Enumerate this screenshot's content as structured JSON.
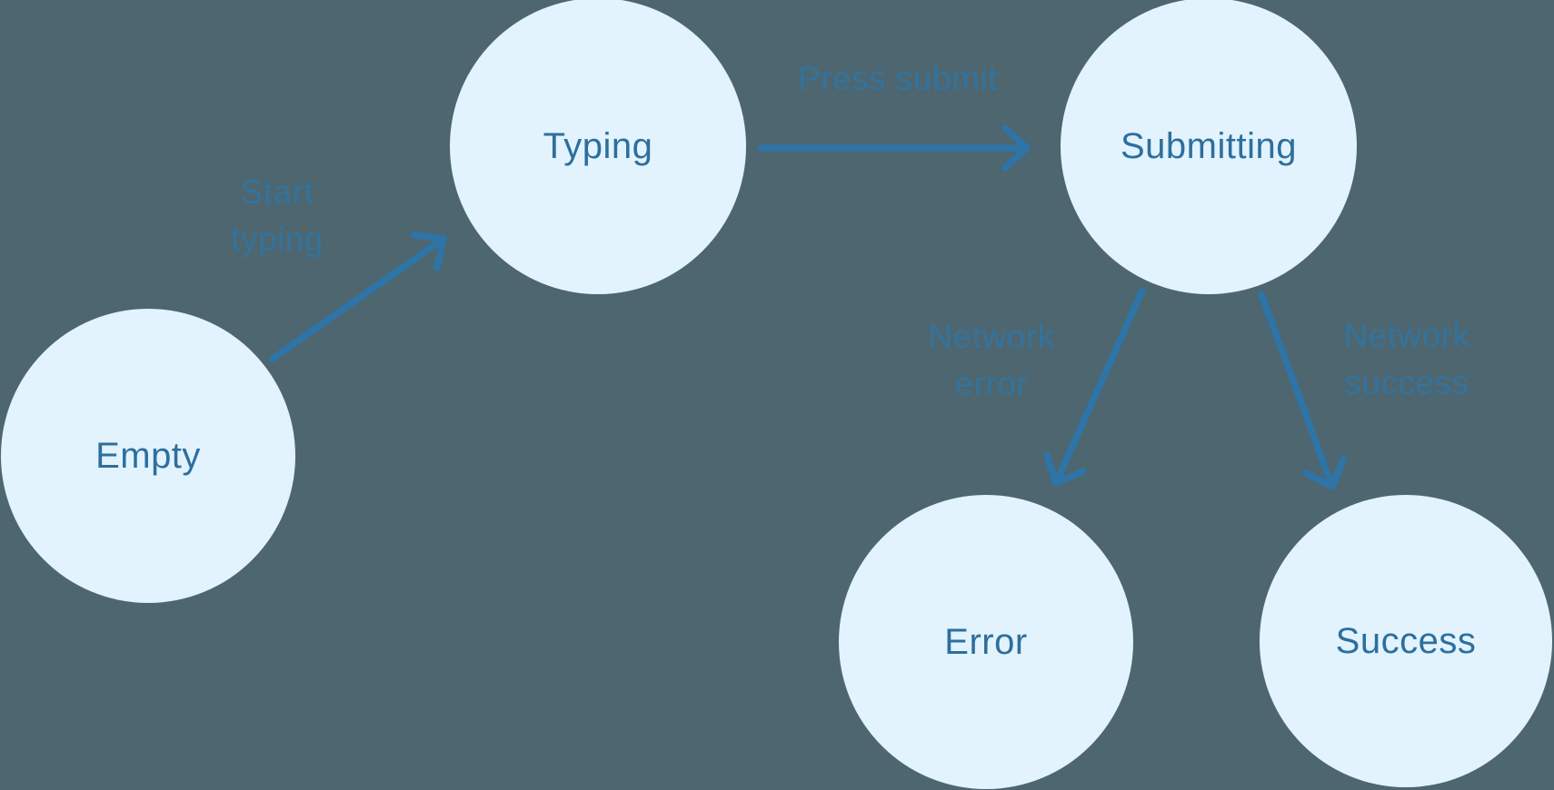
{
  "diagram": {
    "type": "state-machine",
    "nodes": [
      {
        "id": "empty",
        "label": "Empty"
      },
      {
        "id": "typing",
        "label": "Typing"
      },
      {
        "id": "submitting",
        "label": "Submitting"
      },
      {
        "id": "error",
        "label": "Error"
      },
      {
        "id": "success",
        "label": "Success"
      }
    ],
    "edges": [
      {
        "from": "empty",
        "to": "typing",
        "label": "Start typing",
        "lines": [
          "Start",
          "typing"
        ]
      },
      {
        "from": "typing",
        "to": "submitting",
        "label": "Press submit",
        "lines": [
          "Press submit"
        ]
      },
      {
        "from": "submitting",
        "to": "error",
        "label": "Network error",
        "lines": [
          "Network",
          "error"
        ]
      },
      {
        "from": "submitting",
        "to": "success",
        "label": "Network success",
        "lines": [
          "Network",
          "success"
        ]
      }
    ],
    "colors": {
      "background": "#4d6670",
      "node_fill": "#e2f3fd",
      "node_text": "#2d6f9e",
      "arrow": "#2e74a7",
      "edge_label": "#2e76a8"
    }
  }
}
